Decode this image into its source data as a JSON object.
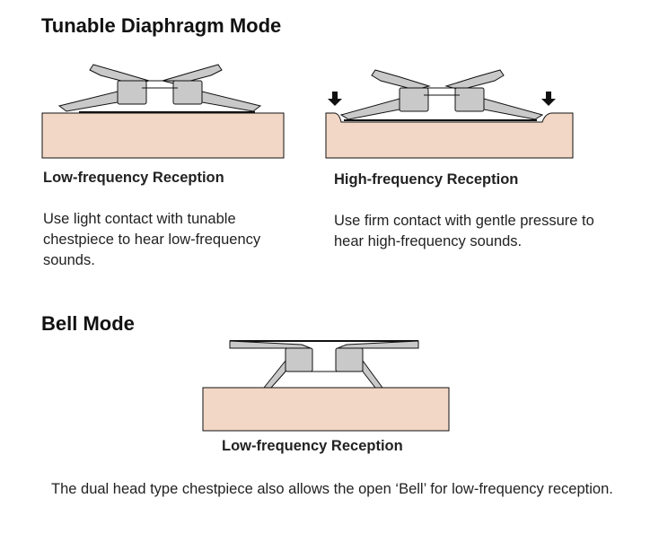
{
  "diaphragm": {
    "title": "Tunable Diaphragm Mode",
    "low": {
      "label": "Low-frequency Reception",
      "text": "Use light contact with tunable chestpiece to hear low-frequency sounds."
    },
    "high": {
      "label": "High-frequency Reception",
      "text": "Use firm contact with gentle pressure to hear high-frequency sounds."
    }
  },
  "bell": {
    "title": "Bell Mode",
    "label": "Low-frequency Reception",
    "text": "The dual head type chestpiece also allows the open ‘Bell’ for low-frequency reception."
  },
  "colors": {
    "skin": "#f2d7c6",
    "metal": "#c9c9c9",
    "outline": "#111111"
  }
}
